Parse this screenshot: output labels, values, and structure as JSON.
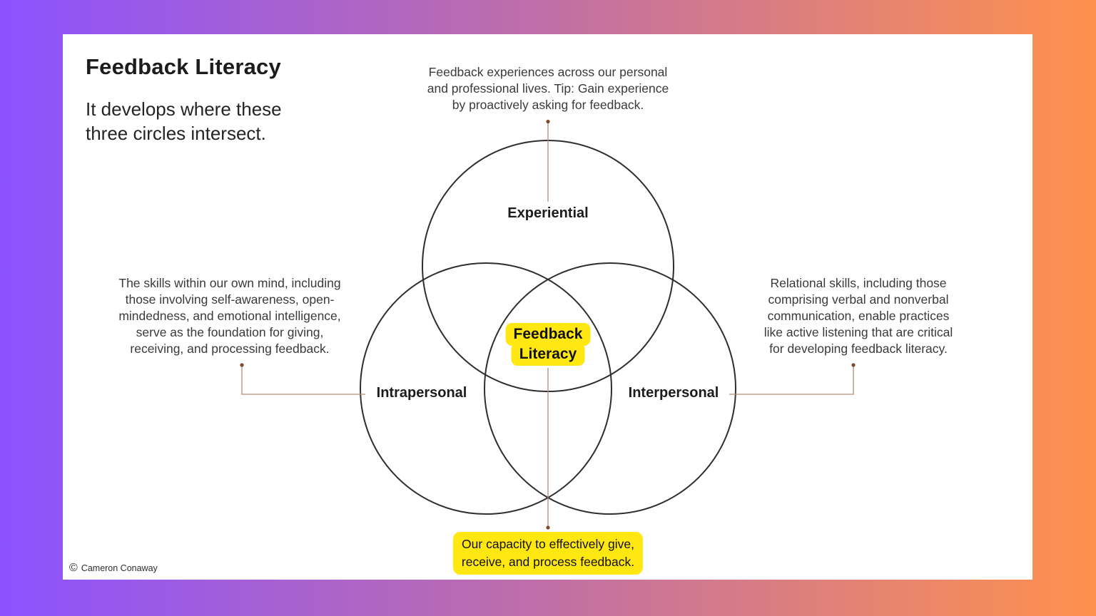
{
  "page": {
    "title": "Feedback Literacy",
    "subtitle": "It develops where these\nthree circles intersect."
  },
  "venn": {
    "circle_labels": {
      "top": "Experiential",
      "left": "Intrapersonal",
      "right": "Interpersonal"
    },
    "center_label": {
      "line1": "Feedback",
      "line2": "Literacy"
    }
  },
  "annotations": {
    "experiential_note": "Feedback experiences across our personal\nand professional lives. Tip: Gain experience\nby proactively asking for feedback.",
    "intrapersonal_note": "The skills within our own mind, including\nthose involving self-awareness, open-\nmindedness, and emotional intelligence,\nserve as the foundation for giving,\nreceiving, and processing feedback.",
    "interpersonal_note": "Relational skills, including those\ncomprising verbal and nonverbal\ncommunication, enable practices\nlike active listening that are critical\nfor developing feedback literacy.",
    "feedback_literacy_note": "Our capacity to effectively give,\nreceive, and process feedback."
  },
  "footer": {
    "copyright_symbol": "©",
    "author": "Cameron Conaway"
  },
  "colors": {
    "background_gradient_start": "#8c52ff",
    "background_gradient_end": "#ff914d",
    "card_background": "#ffffff",
    "highlight_yellow": "#ffe711",
    "circle_stroke": "#2e2e2e",
    "connector_line": "#b08d76",
    "connector_dot": "#7d4a2b"
  }
}
